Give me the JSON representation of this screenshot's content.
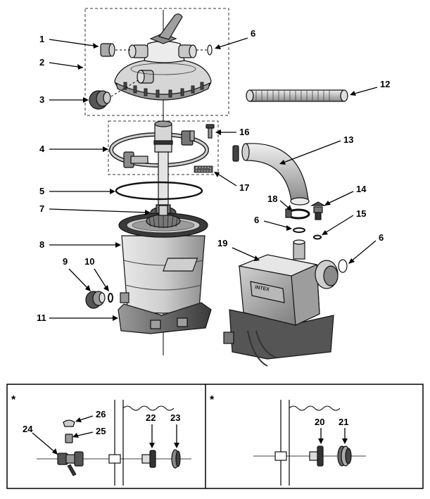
{
  "callouts": [
    {
      "id": "c1",
      "label": "1"
    },
    {
      "id": "c2",
      "label": "2"
    },
    {
      "id": "c3",
      "label": "3"
    },
    {
      "id": "c4",
      "label": "4"
    },
    {
      "id": "c5",
      "label": "5"
    },
    {
      "id": "c6a",
      "label": "6"
    },
    {
      "id": "c6b",
      "label": "6"
    },
    {
      "id": "c6c",
      "label": "6"
    },
    {
      "id": "c7",
      "label": "7"
    },
    {
      "id": "c8",
      "label": "8"
    },
    {
      "id": "c9",
      "label": "9"
    },
    {
      "id": "c10",
      "label": "10"
    },
    {
      "id": "c11",
      "label": "11"
    },
    {
      "id": "c12",
      "label": "12"
    },
    {
      "id": "c13",
      "label": "13"
    },
    {
      "id": "c14",
      "label": "14"
    },
    {
      "id": "c15",
      "label": "15"
    },
    {
      "id": "c16",
      "label": "16"
    },
    {
      "id": "c17",
      "label": "17"
    },
    {
      "id": "c18",
      "label": "18"
    },
    {
      "id": "c19",
      "label": "19"
    },
    {
      "id": "c20",
      "label": "20"
    },
    {
      "id": "c21",
      "label": "21"
    },
    {
      "id": "c22",
      "label": "22"
    },
    {
      "id": "c23",
      "label": "23"
    },
    {
      "id": "c24",
      "label": "24"
    },
    {
      "id": "c25",
      "label": "25"
    },
    {
      "id": "c26",
      "label": "26"
    }
  ],
  "inset_left": {
    "marker": "*"
  },
  "inset_right": {
    "marker": "*"
  },
  "pump_brand": "INTEX",
  "colors": {
    "line": "#000000",
    "part_light": "#eeeeee",
    "part_mid": "#b5b5b5",
    "part_dark": "#5a5a5a"
  }
}
